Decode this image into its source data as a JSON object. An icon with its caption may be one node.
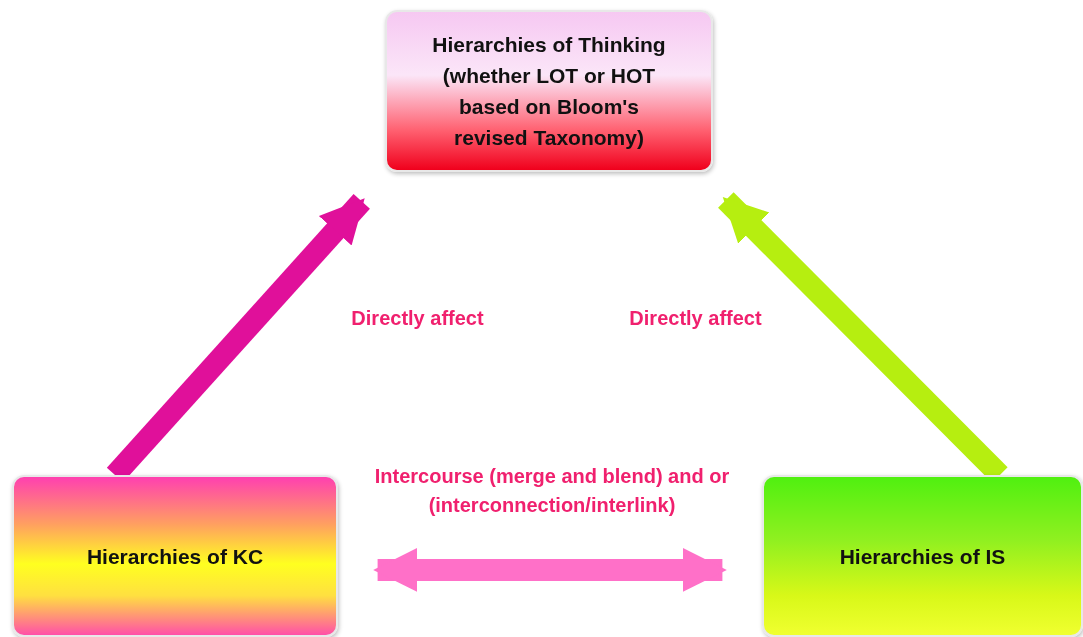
{
  "diagram": {
    "nodes": [
      {
        "text": [
          "Hierarchies of Thinking (whether LOT or HOT based on Bloom's revised Taxonomy)"
        ]
      },
      {
        "text": [
          "Hierarchies of KC"
        ]
      },
      {
        "text": [
          "Hierarchies of IS"
        ]
      }
    ],
    "edges": [
      {
        "from": 1,
        "to": 0,
        "arrow": "to",
        "label": "Directly affect",
        "color": "#e0109a"
      },
      {
        "from": 2,
        "to": 0,
        "arrow": "to",
        "label": "Directly affect",
        "color": "#b6ee10"
      },
      {
        "from": 1,
        "to": 2,
        "arrow": "both",
        "label": "Intercourse (merge and blend) and or (interconnection/interlink)",
        "color": "#ff70c8"
      }
    ]
  }
}
